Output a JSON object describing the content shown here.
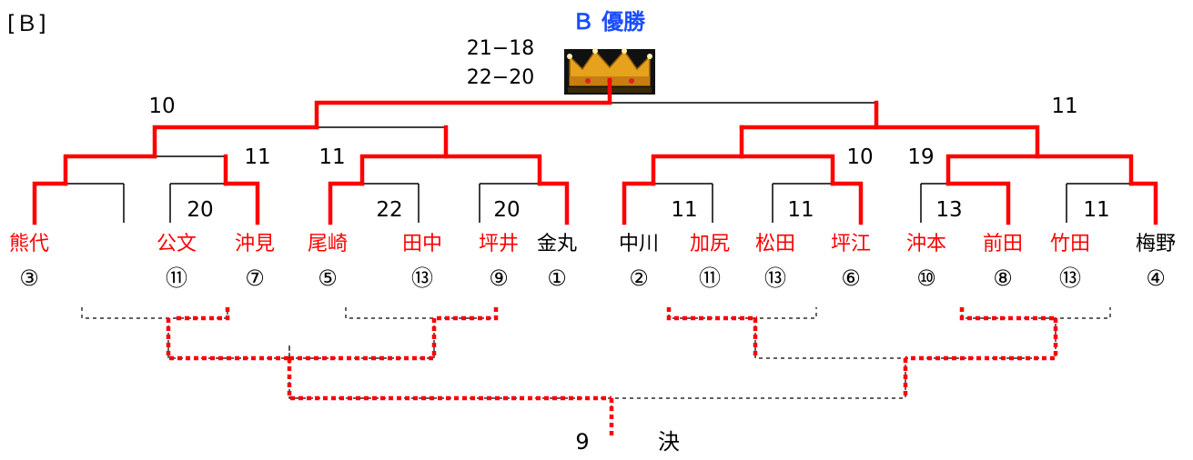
{
  "bracket_label": "[Ｂ]",
  "title": "Ｂ 優勝",
  "final_scores": [
    "21−18",
    "22−20"
  ],
  "trophy": "crown-icon",
  "bottom": {
    "left": "9",
    "right": "決"
  },
  "colors": {
    "winner": "#ff0000",
    "normal": "#000000",
    "title": "#1a4dff"
  },
  "players": [
    {
      "name": "熊代",
      "seed": "③",
      "winner": true
    },
    {
      "name": "",
      "seed": "",
      "winner": false
    },
    {
      "name": "公文",
      "seed": "⑪",
      "winner": true
    },
    {
      "name": "沖見",
      "seed": "⑦",
      "winner": true
    },
    {
      "name": "尾崎",
      "seed": "⑤",
      "winner": true
    },
    {
      "name": "田中",
      "seed": "⑬",
      "winner": true
    },
    {
      "name": "坪井",
      "seed": "⑨",
      "winner": true
    },
    {
      "name": "金丸",
      "seed": "①",
      "winner": false
    },
    {
      "name": "中川",
      "seed": "②",
      "winner": false
    },
    {
      "name": "加尻",
      "seed": "⑪",
      "winner": true
    },
    {
      "name": "松田",
      "seed": "⑬",
      "winner": true
    },
    {
      "name": "坪江",
      "seed": "⑥",
      "winner": true
    },
    {
      "name": "沖本",
      "seed": "⑩",
      "winner": true
    },
    {
      "name": "前田",
      "seed": "⑧",
      "winner": true
    },
    {
      "name": "竹田",
      "seed": "⑬",
      "winner": true
    },
    {
      "name": "梅野",
      "seed": "④",
      "winner": false
    }
  ],
  "match_scores": {
    "r1_2": "20",
    "r1_3": "22",
    "r1_4": "20",
    "r1_5": "11",
    "r1_6": "11",
    "r1_7": "13",
    "r1_8": "11",
    "qf_1": "11",
    "qf_2": "11",
    "qf_3": "10",
    "qf_4": "19",
    "sf_1": "10",
    "sf_2": "11"
  }
}
